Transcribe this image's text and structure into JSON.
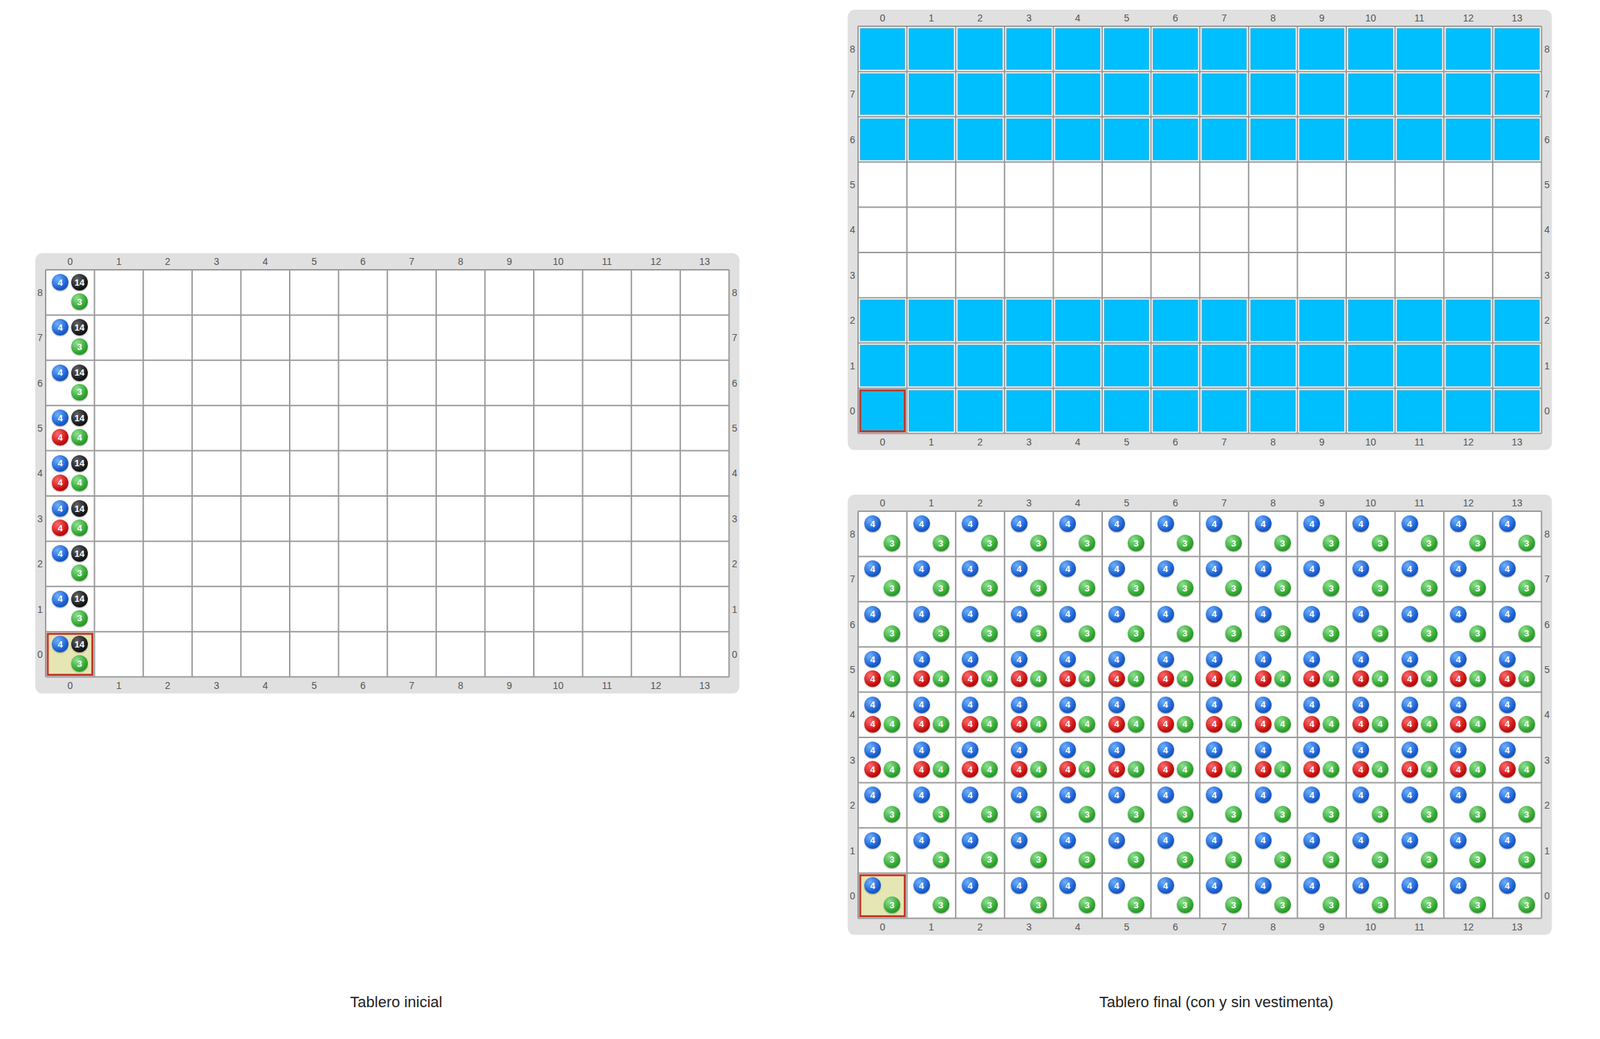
{
  "diagram": {
    "labels": [
      "0",
      "1",
      "2",
      "3",
      "4",
      "5",
      "6",
      "7",
      "8",
      "9",
      "10",
      "11",
      "12",
      "13",
      "0",
      "1",
      "2",
      "3",
      "4",
      "5",
      "6",
      "7",
      "8",
      "9",
      "10",
      "11",
      "12",
      "13",
      "8",
      "7",
      "6",
      "5",
      "4",
      "3",
      "2",
      "1",
      "0",
      "8",
      "7",
      "6",
      "5",
      "4",
      "3",
      "2",
      "1",
      "0",
      "4",
      "14",
      "3",
      "4",
      "14",
      "3",
      "4",
      "14",
      "3",
      "4",
      "14",
      "4",
      "4",
      "4",
      "14",
      "4",
      "4",
      "4",
      "14",
      "4",
      "4",
      "4",
      "14",
      "3",
      "4",
      "14",
      "3",
      "4",
      "14",
      "3",
      "0",
      "1",
      "2",
      "3",
      "4",
      "5",
      "6",
      "7",
      "8",
      "9",
      "10",
      "11",
      "12",
      "13",
      "0",
      "1",
      "2",
      "3",
      "4",
      "5",
      "6",
      "7",
      "8",
      "9",
      "10",
      "11",
      "12",
      "13",
      "8",
      "7",
      "6",
      "5",
      "4",
      "3",
      "2",
      "1",
      "0",
      "8",
      "7",
      "6",
      "5",
      "4",
      "3",
      "2",
      "1",
      "0",
      "0",
      "1",
      "2",
      "3",
      "4",
      "5",
      "6",
      "7",
      "8",
      "9",
      "10",
      "11",
      "12",
      "13",
      "0",
      "1",
      "2",
      "3",
      "4",
      "5",
      "6",
      "7",
      "8",
      "9",
      "10",
      "11",
      "12",
      "13",
      "8",
      "7",
      "6",
      "5",
      "4",
      "3",
      "2",
      "1",
      "0",
      "8",
      "7",
      "6",
      "5",
      "4",
      "3",
      "2",
      "1",
      "0",
      "4",
      "3",
      "4",
      "3",
      "4",
      "3",
      "4",
      "3",
      "4",
      "3",
      "4",
      "3",
      "4",
      "3",
      "4",
      "3",
      "4",
      "3",
      "4",
      "3",
      "4",
      "3",
      "4",
      "3",
      "4",
      "3",
      "4",
      "3",
      "4",
      "3",
      "4",
      "3",
      "4",
      "3",
      "4",
      "3",
      "4",
      "3",
      "4",
      "3",
      "4",
      "3",
      "4",
      "3",
      "4",
      "3",
      "4",
      "3",
      "4",
      "3",
      "4",
      "3",
      "4",
      "3",
      "4",
      "3",
      "4",
      "3",
      "4",
      "3",
      "4",
      "3",
      "4",
      "3",
      "4",
      "3",
      "4",
      "3",
      "4",
      "3",
      "4",
      "3",
      "4",
      "3",
      "4",
      "3",
      "4",
      "3",
      "4",
      "3",
      "4",
      "3",
      "4",
      "3",
      "4",
      "4",
      "4",
      "4",
      "4",
      "4",
      "4",
      "4",
      "4",
      "4",
      "4",
      "4",
      "4",
      "4",
      "4",
      "4",
      "4",
      "4",
      "4",
      "4",
      "4",
      "4",
      "4",
      "4",
      "4",
      "4",
      "4",
      "4",
      "4",
      "4",
      "4",
      "4",
      "4",
      "4",
      "4",
      "4",
      "4",
      "4",
      "4",
      "4",
      "4",
      "4",
      "4",
      "4",
      "4",
      "4",
      "4",
      "4",
      "4",
      "4",
      "4",
      "4",
      "4",
      "4",
      "4",
      "4",
      "4",
      "4",
      "4",
      "4",
      "4",
      "4",
      "4",
      "4",
      "4",
      "4",
      "4",
      "4",
      "4",
      "4",
      "4",
      "4",
      "4",
      "4",
      "4",
      "4",
      "4",
      "4",
      "4",
      "4",
      "4",
      "4",
      "4",
      "4",
      "4",
      "4",
      "4",
      "4",
      "4",
      "4",
      "4",
      "4",
      "4",
      "4",
      "4",
      "4",
      "4",
      "4",
      "4",
      "4",
      "4",
      "4",
      "4",
      "4",
      "4",
      "4",
      "4",
      "4",
      "4",
      "4",
      "4",
      "4",
      "4",
      "4",
      "4",
      "4",
      "4",
      "4",
      "4",
      "4",
      "4",
      "4",
      "4",
      "4",
      "4",
      "4",
      "4",
      "3",
      "4",
      "3",
      "4",
      "3",
      "4",
      "3",
      "4",
      "3",
      "4",
      "3",
      "4",
      "3",
      "4",
      "3",
      "4",
      "3",
      "4",
      "3",
      "4",
      "3",
      "4",
      "3",
      "4",
      "3",
      "4",
      "3",
      "4",
      "3",
      "4",
      "3",
      "4",
      "3",
      "4",
      "3",
      "4",
      "3",
      "4",
      "3",
      "4",
      "3",
      "4",
      "3",
      "4",
      "3",
      "4",
      "3",
      "4",
      "3",
      "4",
      "3",
      "4",
      "3",
      "4",
      "3",
      "4",
      "3",
      "4",
      "3",
      "4",
      "3",
      "4",
      "3",
      "4",
      "3",
      "4",
      "3",
      "4",
      "3",
      "4",
      "3",
      "4",
      "3",
      "4",
      "3",
      "4",
      "3",
      "4",
      "3",
      "4",
      "3",
      "4",
      "3",
      "Tablero inicial",
      "Tablero final (con y sin vestimenta)"
    ]
  }
}
